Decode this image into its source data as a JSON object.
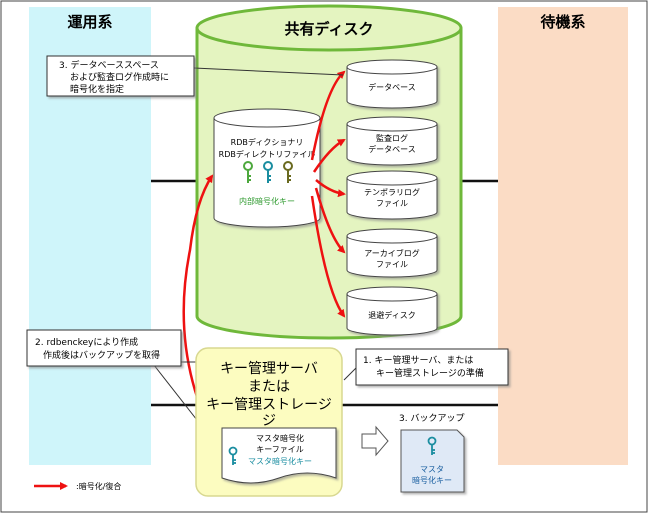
{
  "panels": {
    "active": "運用系",
    "shared": "共有ディスク",
    "standby": "待機系"
  },
  "callouts": {
    "step3_line1": "3. データベーススペース",
    "step3_line2": "および監査ログ作成時に",
    "step3_line3": "暗号化を指定",
    "step2_line1": "2. rdbenckeyにより作成",
    "step2_line2": "作成後はバックアップを取得",
    "step1_line1": "1. キー管理サーバ、または",
    "step1_line2": "キー管理ストレージの準備"
  },
  "disk_items": {
    "dictionary_line1": "RDBディクショナリ",
    "dictionary_line2": "RDBディレクトリファイル",
    "internal_key": "内部暗号化キー",
    "database": "データベース",
    "audit_line1": "監査ログ",
    "audit_line2": "データベース",
    "temporary_line1": "テンポラリログ",
    "temporary_line2": "ファイル",
    "archive_line1": "アーカイブログ",
    "archive_line2": "ファイル",
    "work_disk": "退避ディスク"
  },
  "key_mgmt": {
    "line1": "キー管理サーバ",
    "line2": "または",
    "line3": "キー管理ストレージ",
    "file_line1": "マスタ暗号化",
    "file_line2": "キーファイル",
    "file_key": "マスタ暗号化キー"
  },
  "backup": {
    "label": "3. バックアップ",
    "line1": "マスタ",
    "line2": "暗号化キー"
  },
  "legend": {
    "label": ":暗号化/復合"
  },
  "colors": {
    "active_panel": "#cff5fa",
    "standby_panel": "#fbdcc5",
    "disk_fill": "#e4f4c0",
    "disk_border": "#6fb83a",
    "arrow_red": "#ee1111",
    "key_yellow": "#fcfcc0",
    "key_teal": "#1a8da0",
    "key_green": "#4da83d",
    "key_olive": "#6a6a20"
  }
}
